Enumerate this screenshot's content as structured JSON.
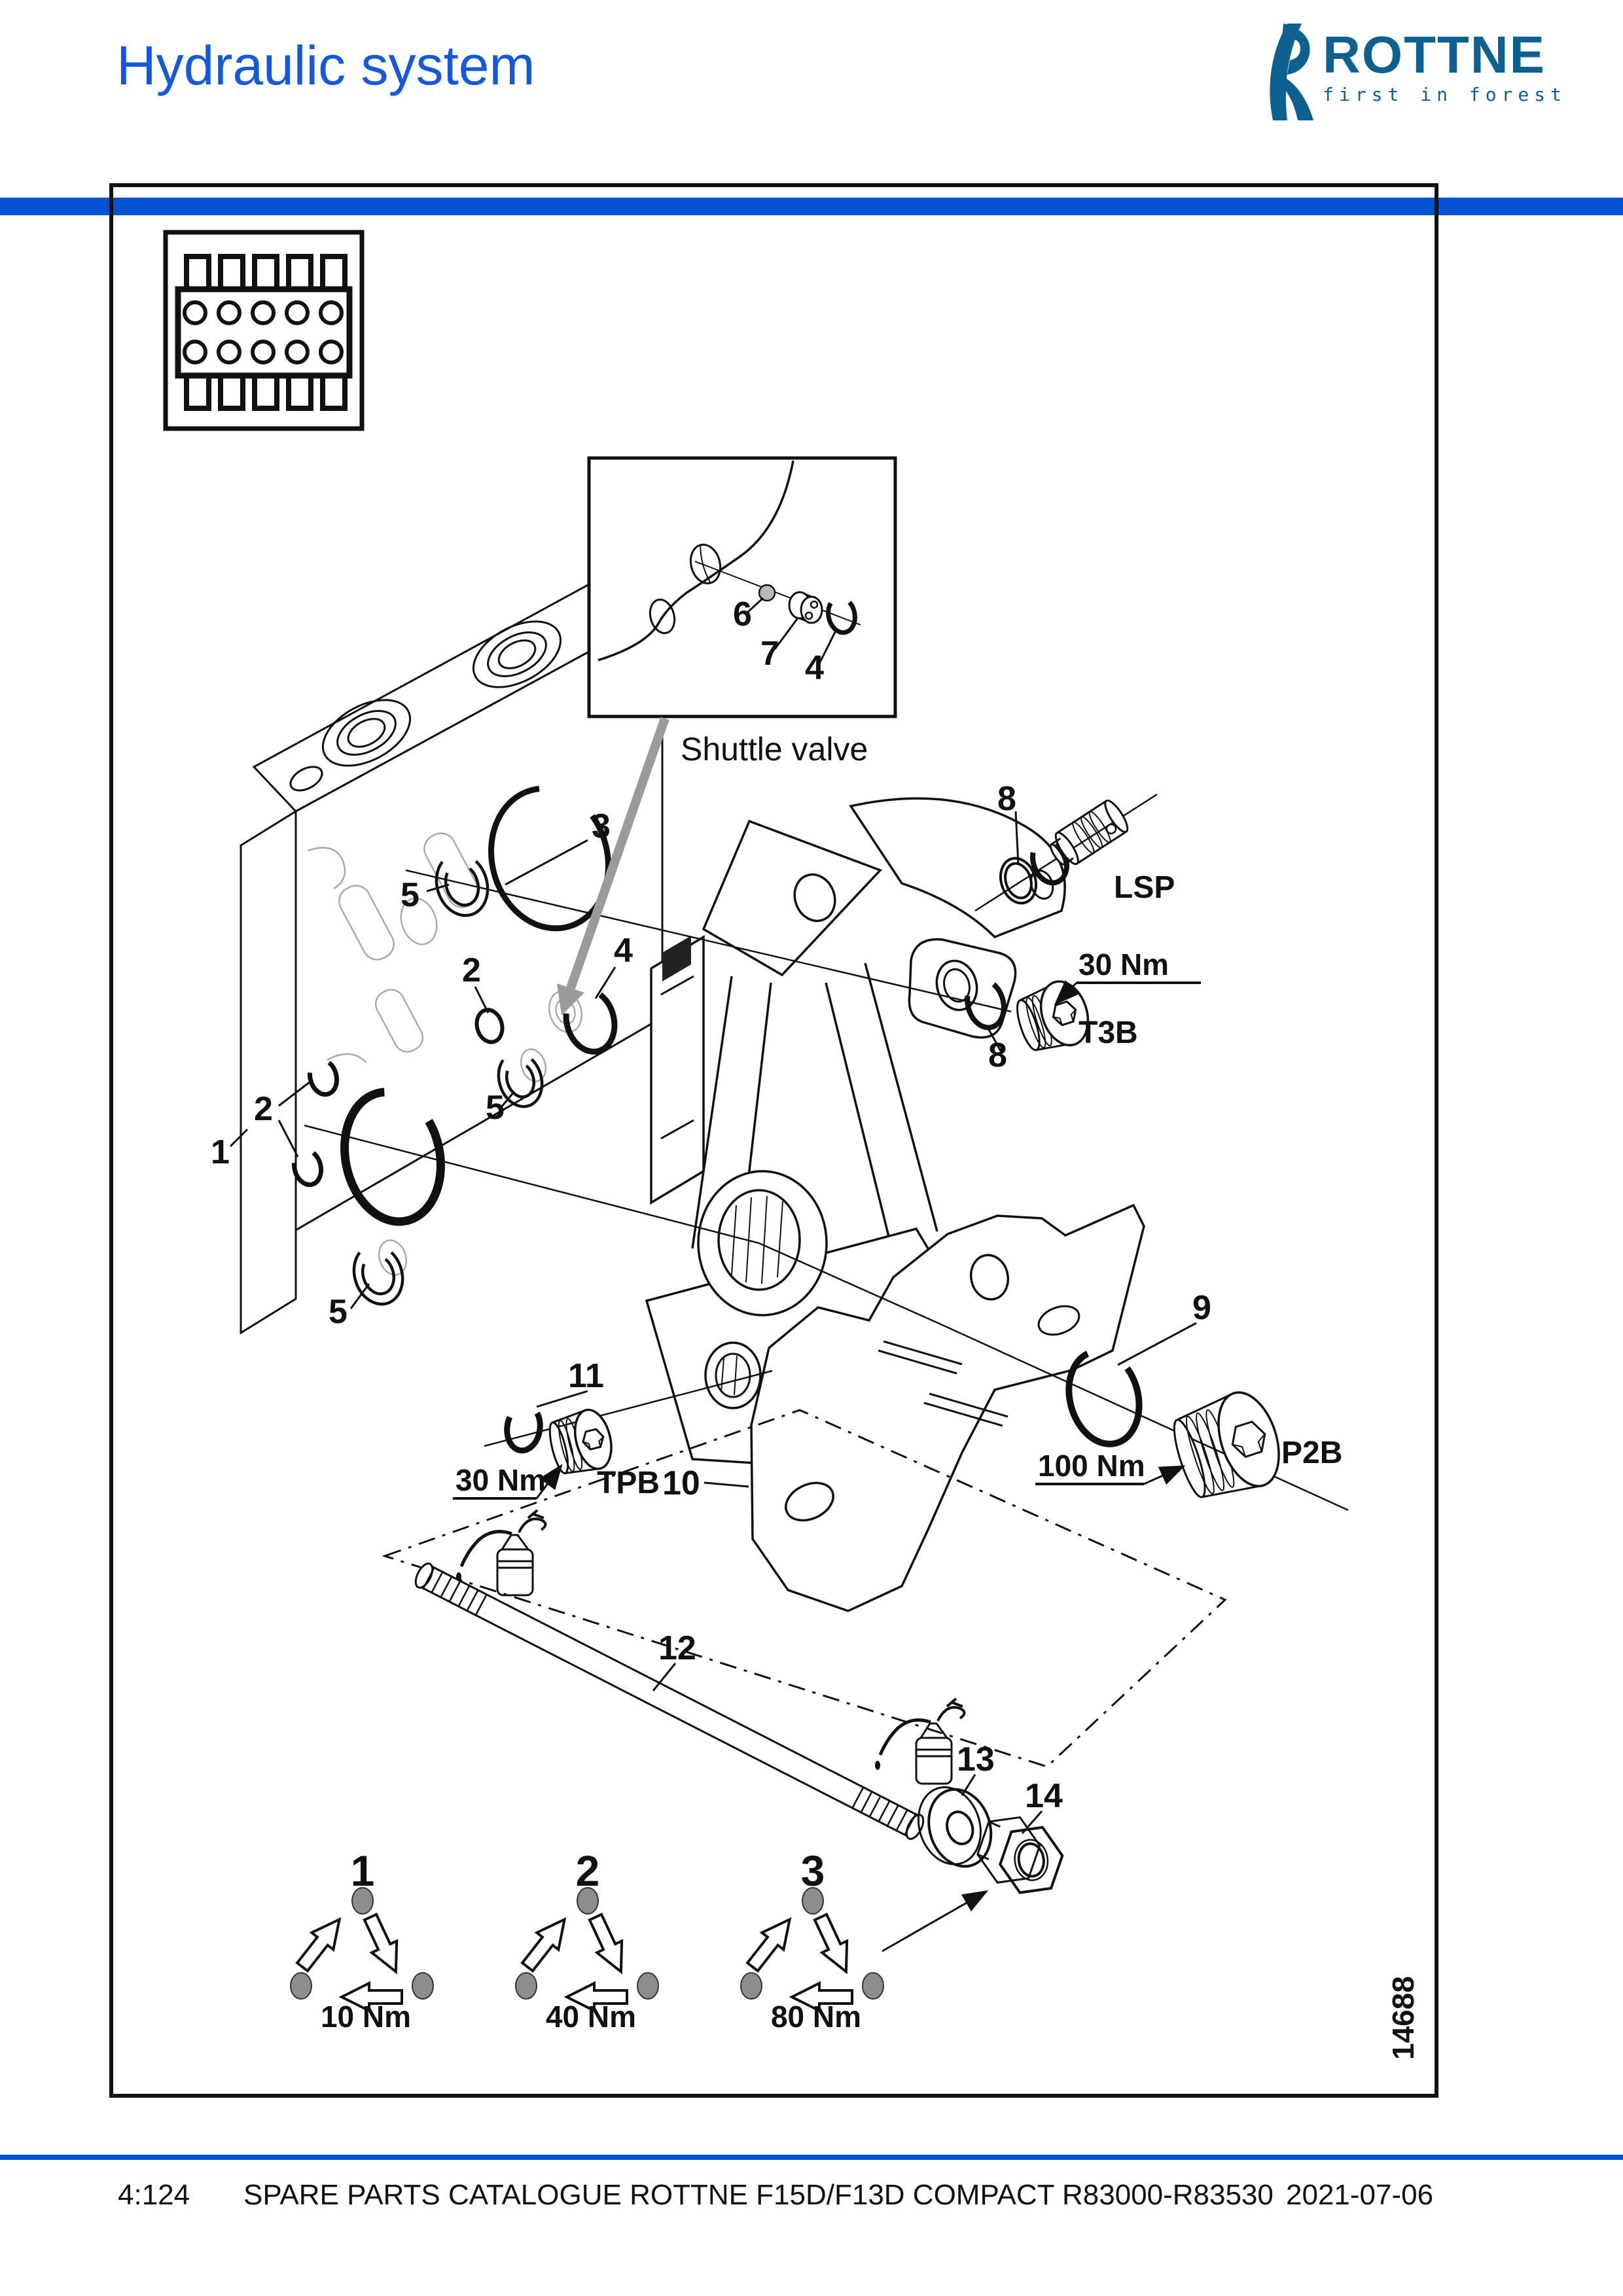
{
  "header": {
    "title": "Hydraulic system",
    "logo_text": "ROTTNE",
    "tagline": "first in forest"
  },
  "colors": {
    "title_blue": "#1458dd",
    "bar_blue": "#0353d4",
    "logo_blue": "#0d6191"
  },
  "diagram": {
    "drawing_number": "14688",
    "inset": {
      "caption": "Shuttle valve"
    },
    "callouts": {
      "p1": "1",
      "p2": "2",
      "p3": "3",
      "p4": "4",
      "p5": "5",
      "p6": "6",
      "p7": "7",
      "p8": "8",
      "p9": "9",
      "p10": "10",
      "p11": "11",
      "p12": "12",
      "p13": "13",
      "p14": "14"
    },
    "ports": {
      "lsp": "LSP",
      "t3b": "T3B",
      "tpb": "TPB",
      "p2b": "P2B"
    },
    "torques": {
      "t3b": "30 Nm",
      "tpb": "30 Nm",
      "p2b": "100 Nm"
    },
    "sequence": {
      "steps": [
        {
          "step": "1",
          "torque": "10 Nm"
        },
        {
          "step": "2",
          "torque": "40 Nm"
        },
        {
          "step": "3",
          "torque": "80 Nm"
        }
      ]
    }
  },
  "footer": {
    "page": "4:124",
    "catalogue": "SPARE PARTS CATALOGUE ROTTNE F15D/F13D COMPACT R83000-R83530",
    "date": "2021-07-06"
  }
}
